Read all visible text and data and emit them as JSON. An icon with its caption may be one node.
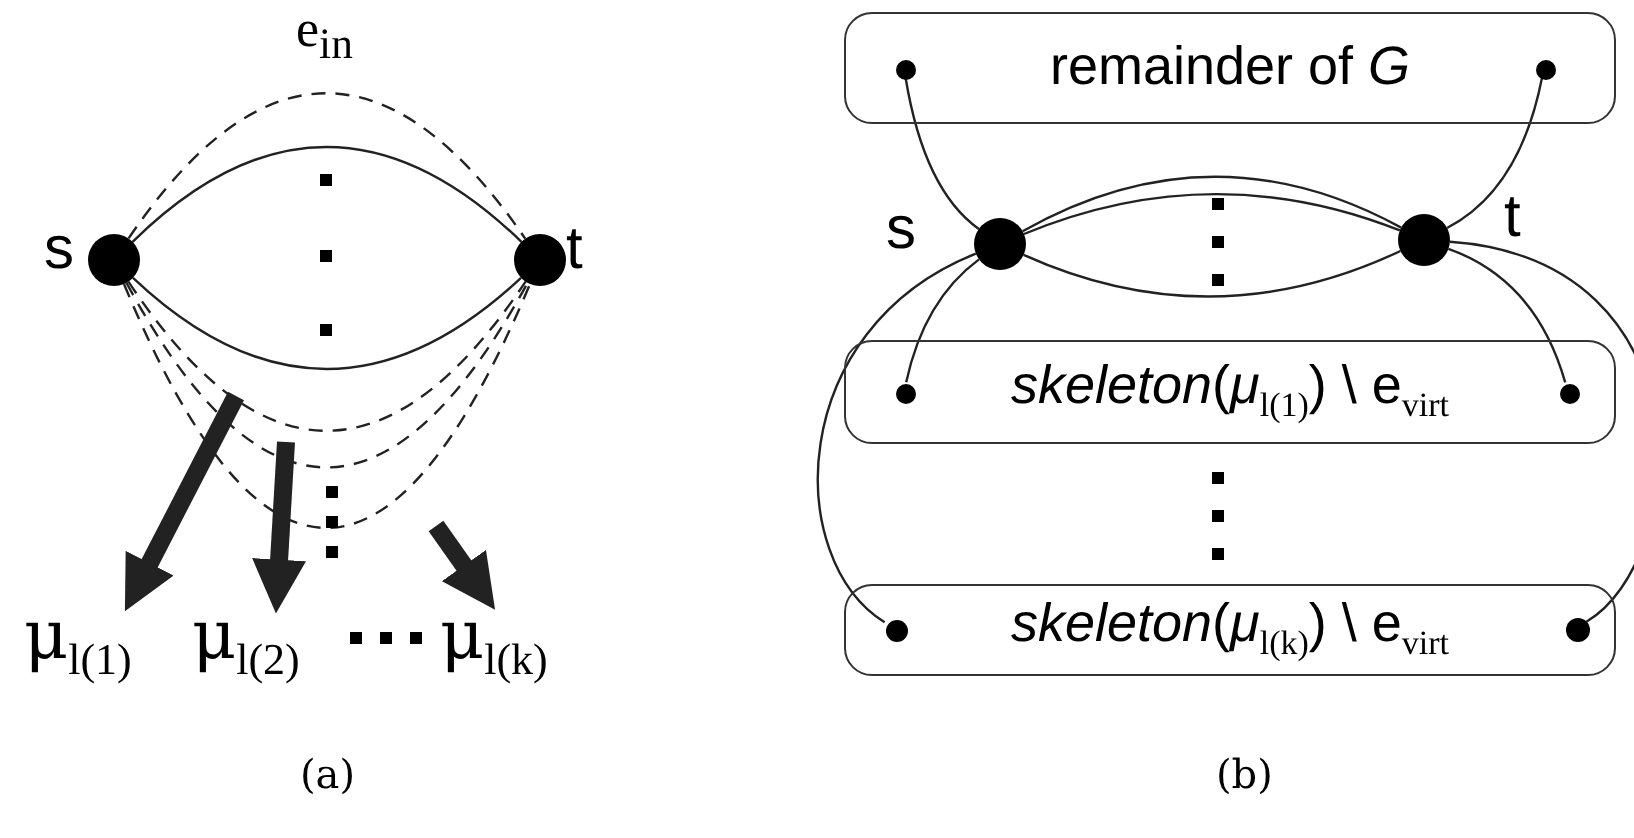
{
  "diagram": {
    "nodes": [
      {
        "text": [],
        "shape": "circle",
        "beside": [
          "s"
        ]
      },
      {
        "text": [],
        "shape": "circle",
        "beside": [
          "t"
        ]
      },
      {
        "text": [
          "μ$_{l(1)}$"
        ]
      },
      {
        "text": [
          "μ$_{l(2)}$"
        ]
      },
      {
        "text": [
          "μ$_{l(k)}$"
        ]
      },
      {
        "text": [
          "remainder of *G*"
        ]
      },
      {
        "text": [],
        "shape": "circle",
        "in": 5
      },
      {
        "text": [],
        "shape": "circle",
        "in": 5
      },
      {
        "text": [],
        "shape": "circle",
        "beside": [
          "s"
        ]
      },
      {
        "text": [],
        "shape": "circle",
        "beside": [
          "t"
        ]
      },
      {
        "text": [
          "*skeleton*(*μ*$_{l(1)}$) \\ e$_{virt}$"
        ]
      },
      {
        "text": [],
        "shape": "circle",
        "in": 10
      },
      {
        "text": [],
        "shape": "circle",
        "in": 10
      },
      {
        "text": [
          "*skeleton*(*μ*$_{l(k)}$) \\ e$_{virt}$"
        ]
      },
      {
        "text": [],
        "shape": "circle",
        "in": 13
      },
      {
        "text": [],
        "shape": "circle",
        "in": 13
      }
    ],
    "edges": [
      {
        "from": 0,
        "to": 1,
        "arrow": "none",
        "style": "dashed",
        "label": "e$_{in}$"
      },
      {
        "from": 0,
        "to": 1,
        "arrow": "none"
      },
      {
        "from": 0,
        "to": 1,
        "arrow": "none"
      },
      {
        "from": 0,
        "to": 1,
        "arrow": "none",
        "style": "dashed"
      },
      {
        "from": 0,
        "to": 1,
        "arrow": "none",
        "style": "dashed"
      },
      {
        "from": 0,
        "to": 1,
        "arrow": "none",
        "style": "dashed"
      },
      {
        "from": null,
        "to": 2,
        "arrow": "to",
        "style": "thick"
      },
      {
        "from": null,
        "to": 3,
        "arrow": "to",
        "style": "thick"
      },
      {
        "from": null,
        "to": 4,
        "arrow": "to",
        "style": "thick"
      },
      {
        "from": 6,
        "to": 8,
        "arrow": "none"
      },
      {
        "from": 7,
        "to": 9,
        "arrow": "none"
      },
      {
        "from": 8,
        "to": 9,
        "arrow": "none"
      },
      {
        "from": 8,
        "to": 9,
        "arrow": "none"
      },
      {
        "from": 8,
        "to": 9,
        "arrow": "none"
      },
      {
        "from": 8,
        "to": 11,
        "arrow": "none"
      },
      {
        "from": 9,
        "to": 12,
        "arrow": "none"
      },
      {
        "from": 8,
        "to": 14,
        "arrow": "none"
      },
      {
        "from": 9,
        "to": 15,
        "arrow": "none"
      }
    ],
    "labels": [
      "(a)",
      "(b)"
    ]
  }
}
